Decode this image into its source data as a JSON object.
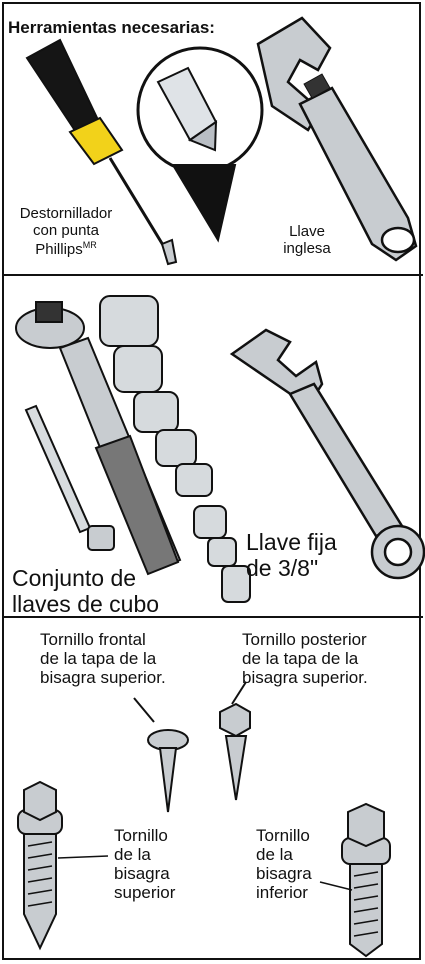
{
  "heading": "Herramientas necesarias:",
  "tools": {
    "screwdriver": {
      "line1": "Destornillador",
      "line2": "con punta",
      "line3": "Phillips",
      "trademark": "MR"
    },
    "wrench": {
      "line1": "Llave",
      "line2": "inglesa"
    },
    "socket_set": {
      "line1": "Conjunto de",
      "line2": "llaves de cubo"
    },
    "open_wrench": {
      "line1": "Llave fija",
      "line2": "de 3/8\""
    }
  },
  "screws": {
    "front_cover": {
      "line1": "Tornillo frontal",
      "line2": "de la tapa de la",
      "line3": "bisagra superior."
    },
    "rear_cover": {
      "line1": "Tornillo posterior",
      "line2": "de la tapa de la",
      "line3": "bisagra superior."
    },
    "upper_hinge": {
      "line1": "Tornillo",
      "line2": "de la",
      "line3": "bisagra",
      "line4": "superior"
    },
    "lower_hinge": {
      "line1": "Tornillo",
      "line2": "de la",
      "line3": "bisagra",
      "line4": "inferior"
    }
  },
  "colors": {
    "handle_black": "#151515",
    "handle_yellow": "#f2d21a",
    "steel": "#c8ccd0",
    "outline": "#111111"
  }
}
